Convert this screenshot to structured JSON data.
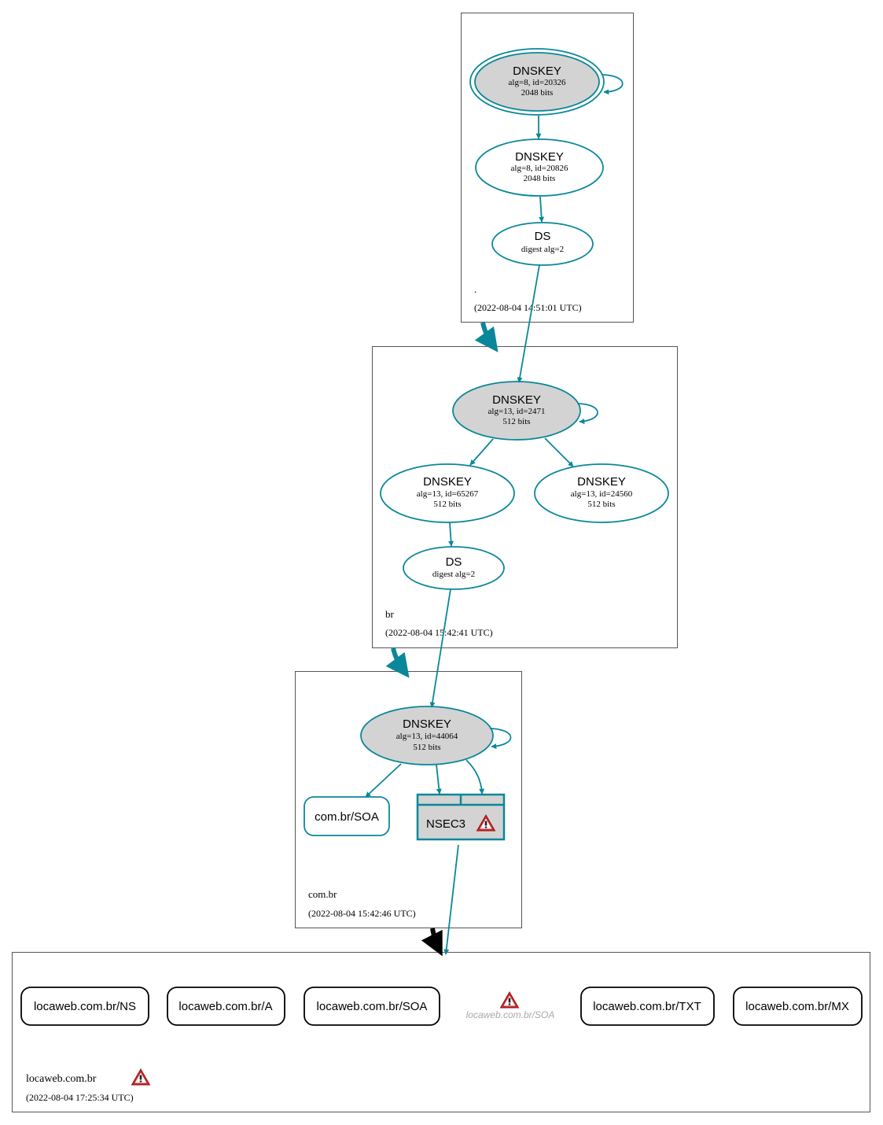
{
  "zones": {
    "root": {
      "name": ".",
      "timestamp": "(2022-08-04 14:51:01 UTC)"
    },
    "br": {
      "name": "br",
      "timestamp": "(2022-08-04 15:42:41 UTC)"
    },
    "combr": {
      "name": "com.br",
      "timestamp": "(2022-08-04 15:42:46 UTC)"
    },
    "locaweb": {
      "name": "locaweb.com.br",
      "timestamp": "(2022-08-04 17:25:34 UTC)"
    }
  },
  "nodes": {
    "root_ksk": {
      "title": "DNSKEY",
      "line1": "alg=8, id=20326",
      "line2": "2048 bits"
    },
    "root_zsk": {
      "title": "DNSKEY",
      "line1": "alg=8, id=20826",
      "line2": "2048 bits"
    },
    "root_ds": {
      "title": "DS",
      "line1": "digest alg=2"
    },
    "br_ksk": {
      "title": "DNSKEY",
      "line1": "alg=13, id=2471",
      "line2": "512 bits"
    },
    "br_zsk1": {
      "title": "DNSKEY",
      "line1": "alg=13, id=65267",
      "line2": "512 bits"
    },
    "br_zsk2": {
      "title": "DNSKEY",
      "line1": "alg=13, id=24560",
      "line2": "512 bits"
    },
    "br_ds": {
      "title": "DS",
      "line1": "digest alg=2"
    },
    "combr_key": {
      "title": "DNSKEY",
      "line1": "alg=13, id=44064",
      "line2": "512 bits"
    },
    "combr_soa": {
      "label": "com.br/SOA"
    },
    "nsec3": {
      "label": "NSEC3"
    }
  },
  "records": [
    "locaweb.com.br/NS",
    "locaweb.com.br/A",
    "locaweb.com.br/SOA",
    "locaweb.com.br/SOA",
    "locaweb.com.br/TXT",
    "locaweb.com.br/MX"
  ],
  "colors": {
    "secure": "#0a879a",
    "ksk_fill": "#d3d3d3",
    "warning": "#cc2a2a",
    "delegation_insecure": "#000000",
    "ghost_text": "#a8a8a8"
  },
  "icons": {
    "warning": "warning-triangle-icon"
  }
}
